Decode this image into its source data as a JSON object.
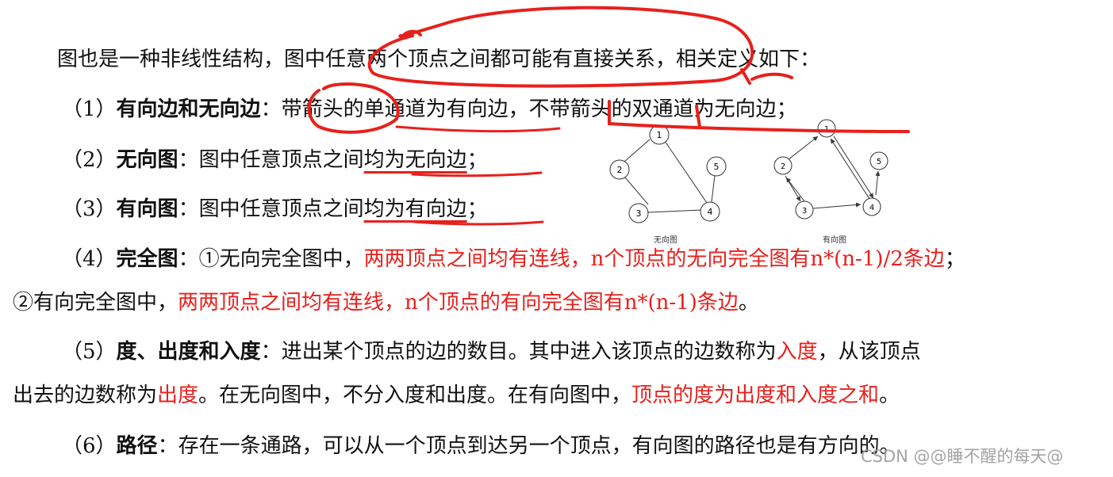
{
  "intro": {
    "part1": "图也是一种非线性结构，图中",
    "part2": "任意两个顶点之间都可能有直接关系",
    "part3": "，相关定义如下："
  },
  "def1": {
    "num": "（1）",
    "term": "有向边和无向边",
    "colon": "：",
    "t1": "带箭头的单通道为有向边",
    "t2": "，",
    "t3": "不带箭头的双通道为无向边",
    "t4": "；"
  },
  "def2": {
    "num": "（2）",
    "term": "无向图",
    "colon": "：",
    "t1": "图中任意顶点之间",
    "t2": "均为无向边",
    "t3": "；"
  },
  "def3": {
    "num": "（3）",
    "term": "有向图",
    "colon": "：",
    "t1": "图中任意顶点之间",
    "t2": "均为有向边",
    "t3": "；"
  },
  "def4": {
    "num": "（4）",
    "term": "完全图",
    "colon": "：",
    "t1": "①无向完全图中，",
    "t2": "两两顶点之间均有连线，n个顶点的无向完全图有n*(n-1)/2条边",
    "t3": "；",
    "t4": "②有向完全图中，",
    "t5": "两两顶点之间均有连线，n个顶点的有向完全图有n*(n-1)条边",
    "t6": "。"
  },
  "def5": {
    "num": "（5）",
    "term": "度、出度和入度",
    "colon": "：",
    "t1": "进出某个顶点的边的数目。其中进入该顶点的边数称为",
    "t2": "入度",
    "t3": "，从该顶点",
    "t4": "出去的边数称为",
    "t5": "出度",
    "t6": "。在无向图中，不分入度和出度。在有向图中，",
    "t7": "顶点的度为出度和入度之和",
    "t8": "。"
  },
  "def6": {
    "num": "（6）",
    "term": "路径",
    "colon": "：",
    "t1": "存在一条通路，可以从一个顶点到达另一个顶点，有向图的路径也是有方向的。"
  },
  "figure": {
    "undirected_caption": "无向图",
    "directed_caption": "有向图",
    "nodes": [
      "1",
      "2",
      "3",
      "4",
      "5"
    ]
  },
  "watermark": "CSDN @@睡不醒的每天@",
  "colors": {
    "accent_red": "#e8201c",
    "text": "#111111"
  }
}
